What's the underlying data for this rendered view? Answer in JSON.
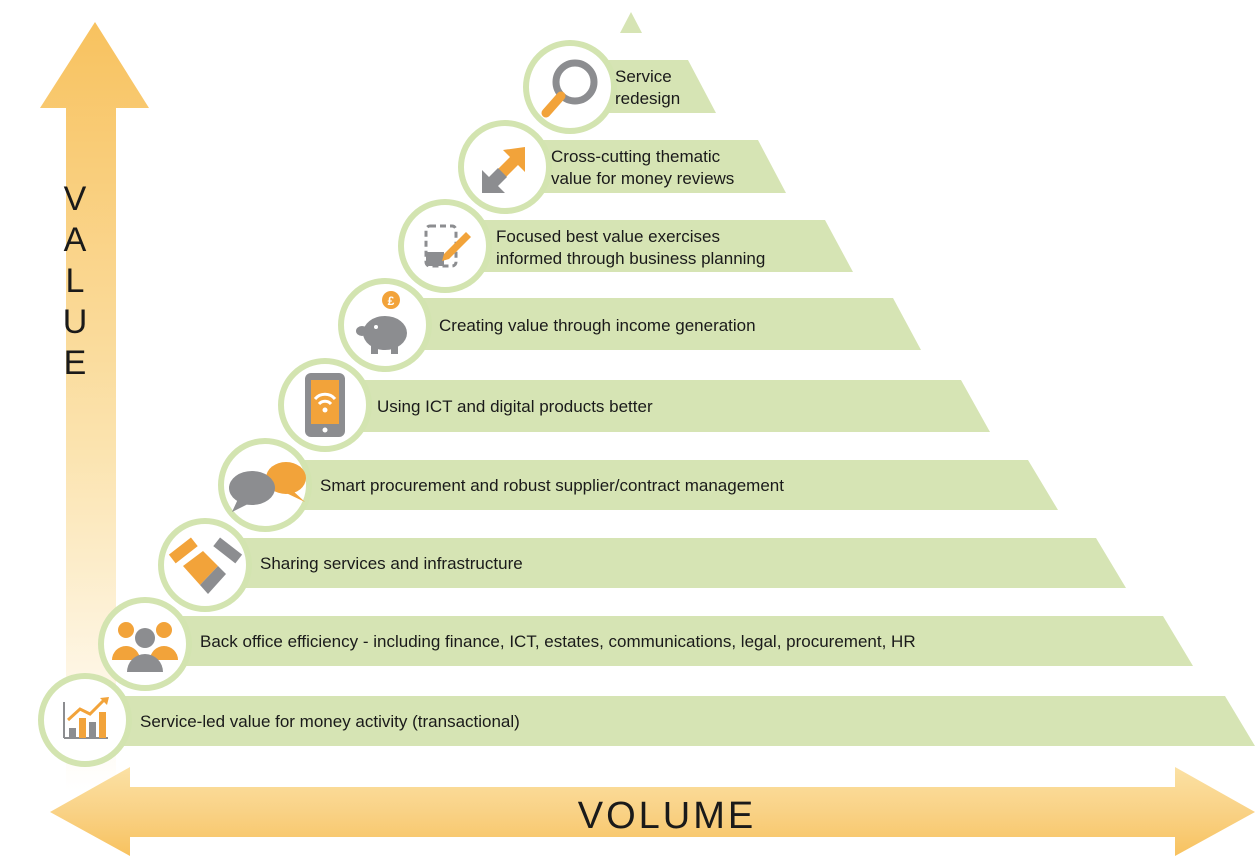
{
  "axes": {
    "vertical_label": "VALUE",
    "horizontal_label": "VOLUME"
  },
  "levels": [
    {
      "line1": "Service",
      "line2": "redesign",
      "icon": "magnifier-icon"
    },
    {
      "line1": "Cross-cutting thematic",
      "line2": "value for money reviews",
      "icon": "diverging-arrows-icon"
    },
    {
      "line1": "Focused best value exercises",
      "line2": "informed through business planning",
      "icon": "notepad-pencil-icon"
    },
    {
      "line1": "Creating value through income generation",
      "line2": "",
      "icon": "piggy-bank-icon"
    },
    {
      "line1": "Using ICT and digital products better",
      "line2": "",
      "icon": "tablet-wifi-icon"
    },
    {
      "line1": "Smart procurement and robust supplier/contract management",
      "line2": "",
      "icon": "speech-bubbles-icon"
    },
    {
      "line1": "Sharing services and infrastructure",
      "line2": "",
      "icon": "handshake-icon"
    },
    {
      "line1": "Back office efficiency - including finance, ICT, estates, communications, legal, procurement, HR",
      "line2": "",
      "icon": "people-group-icon"
    },
    {
      "line1": "Service-led value for money activity (transactional)",
      "line2": "",
      "icon": "bar-chart-icon"
    }
  ],
  "colors": {
    "band": "#d6e4b4",
    "circle_ring": "#d3e4b0",
    "accent_orange": "#f2a33a",
    "icon_grey": "#8c8d90",
    "arrow_gold": "#f8c25f"
  }
}
